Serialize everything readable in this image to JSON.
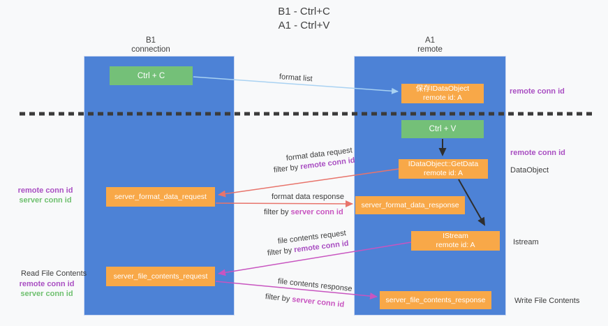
{
  "title": {
    "line1": "B1 - Ctrl+C",
    "line2": "A1 - Ctrl+V"
  },
  "lanes": {
    "left": {
      "name": "B1",
      "role": "connection"
    },
    "right": {
      "name": "A1",
      "role": "remote"
    }
  },
  "boxes": {
    "ctrl_c": "Ctrl + C",
    "saved_dataobject": {
      "line1": "保存IDataObject",
      "line2": "remote id: A"
    },
    "ctrl_v": "Ctrl + V",
    "getdata": {
      "line1": "IDataObject::GetData",
      "line2": "remote id: A"
    },
    "format_request": "server_format_data_request",
    "format_response": "server_format_data_response",
    "istream": {
      "line1": "IStream",
      "line2": "remote id: A"
    },
    "file_request": "server_file_contents_request",
    "file_response": "server_file_contents_response"
  },
  "flow_labels": {
    "format_list": "format list",
    "format_request": "format data request",
    "format_request_filter_prefix": "filter by ",
    "format_request_filter_key": "remote conn id",
    "format_response": "format data response",
    "format_response_filter_prefix": "filter by ",
    "format_response_filter_key": "server conn id",
    "file_request": "file contents request",
    "file_request_filter_prefix": "filter by ",
    "file_request_filter_key": "remote conn id",
    "file_response": "file contents response",
    "file_response_filter_prefix": "filter by ",
    "file_response_filter_key": "server conn id"
  },
  "side_labels": {
    "right_remote_conn_id_top": "remote conn id",
    "right_remote_conn_id_mid": "remote conn id",
    "right_dataobject": "DataObject",
    "right_istream": "Istream",
    "right_write_file": "Write File Contents",
    "left_remote_conn_id_top": "remote conn id",
    "left_server_conn_id_top": "server conn id",
    "left_read_file": "Read File Contents",
    "left_remote_conn_id_bottom": "remote conn id",
    "left_server_conn_id_bottom": "server conn id"
  },
  "colors": {
    "lane_blue": "#4d82d6",
    "box_orange": "#f8a848",
    "box_green": "#74c078",
    "purple_label": "#a94fc2",
    "green_label": "#6fc06f",
    "magenta_arrow": "#c855c0",
    "red_arrow": "#e8746b",
    "light_blue_arrow": "#a9d2f2",
    "black_arrow": "#2e2e2e",
    "dashed_line": "#3b3b3b",
    "background": "#f8f9fa",
    "text_dark": "#3c3c3c"
  }
}
